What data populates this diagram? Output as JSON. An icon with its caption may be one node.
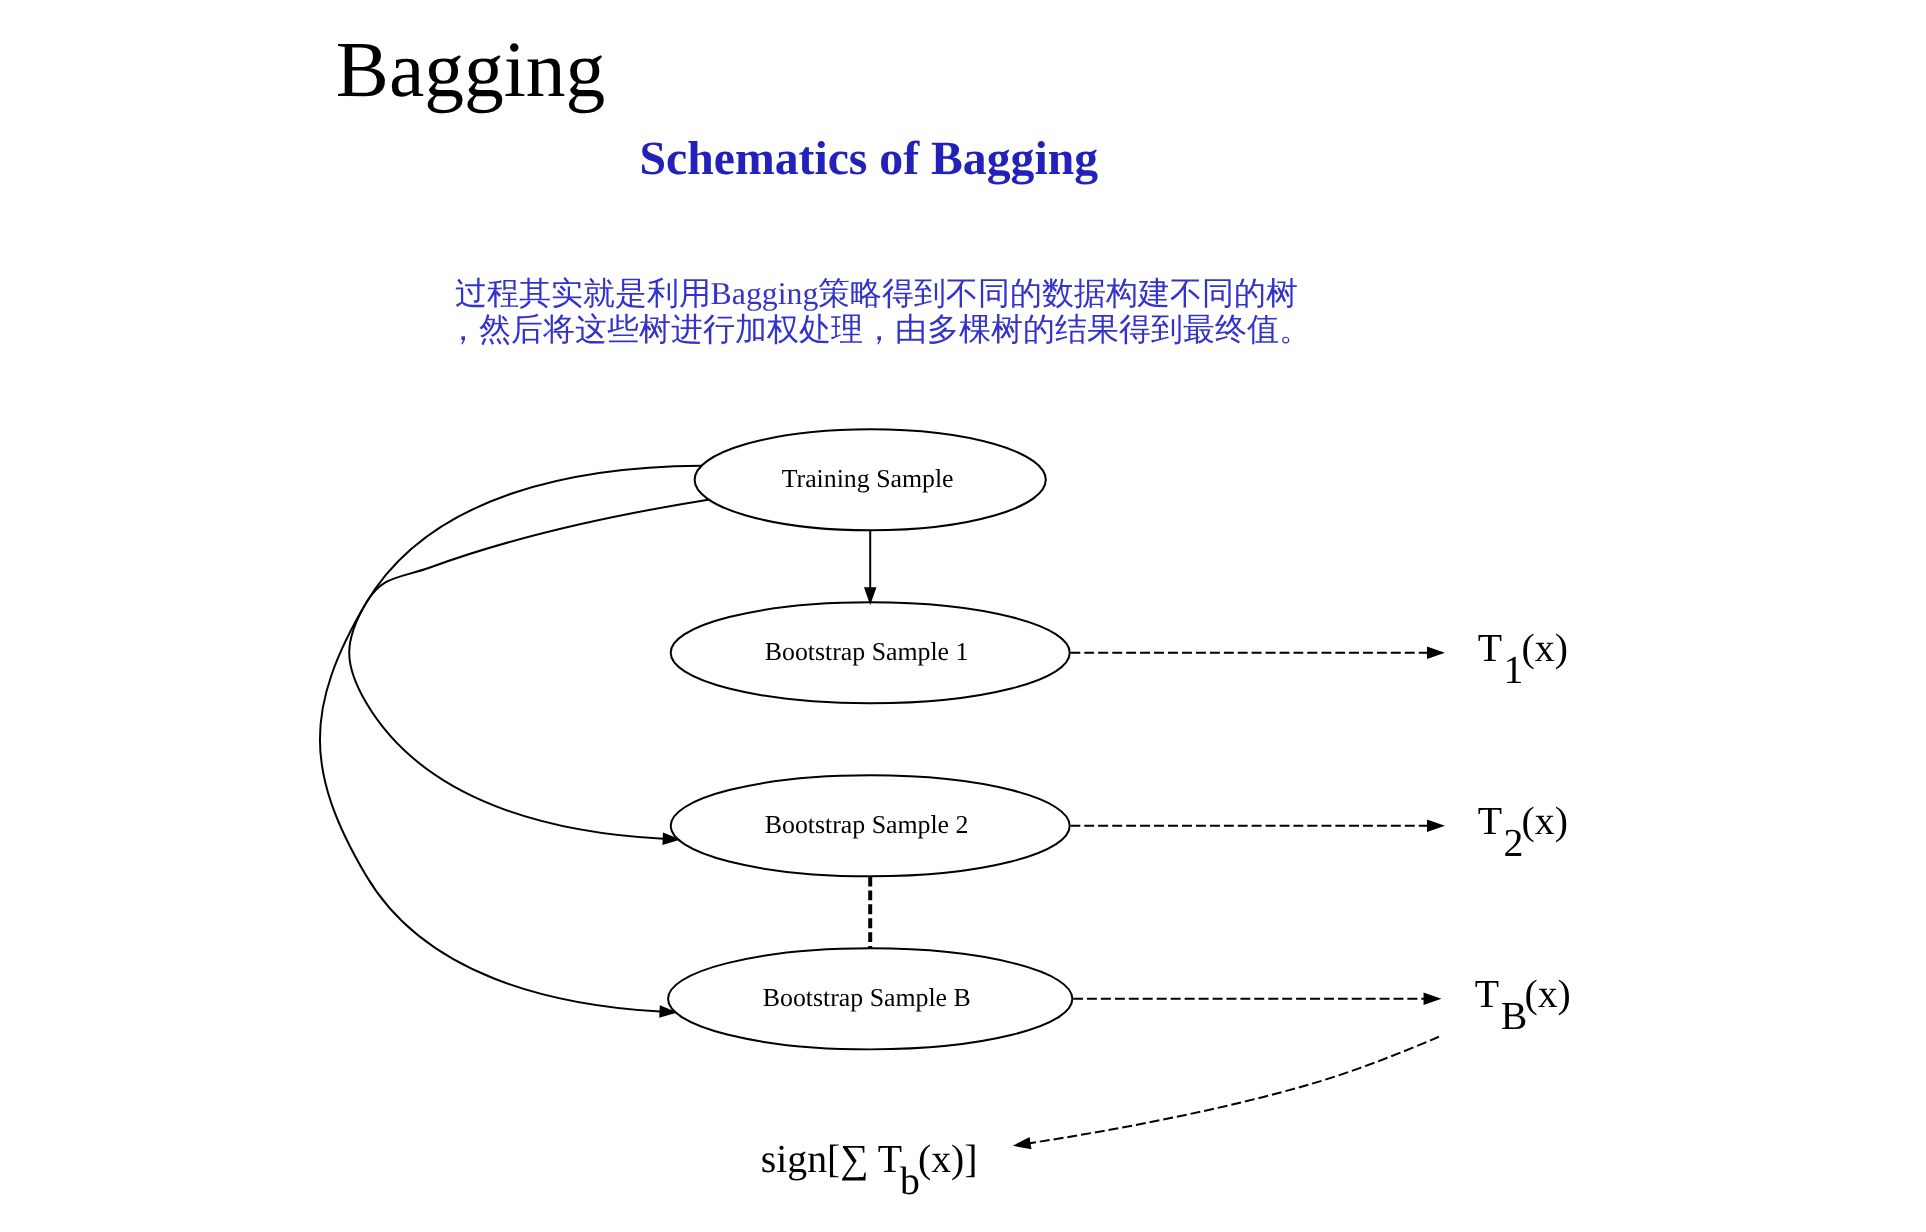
{
  "diagram": {
    "title": "Bagging",
    "nodes": [
      {
        "text": [
          "Training Sample"
        ]
      },
      {
        "text": [
          "Bootstrap Sample 1"
        ]
      },
      {
        "text": [
          "Bootstrap Sample 2"
        ]
      },
      {
        "text": [
          "Bootstrap Sample B"
        ]
      },
      {
        "text": [
          "T$_{1}$(x)"
        ]
      },
      {
        "text": [
          "T$_{2}$(x)"
        ]
      },
      {
        "text": [
          "T$_{B}$(x)"
        ]
      },
      {
        "text": [
          "sign[∑ T$_{b}$(x)]"
        ]
      }
    ],
    "edges": [
      {
        "from": 0,
        "to": 1,
        "arrow": "to"
      },
      {
        "from": 0,
        "to": 2,
        "arrow": "to"
      },
      {
        "from": 0,
        "to": 3,
        "arrow": "to"
      },
      {
        "from": 1,
        "to": 4,
        "arrow": "to",
        "style": "dashed"
      },
      {
        "from": 2,
        "to": 5,
        "arrow": "to",
        "style": "dashed"
      },
      {
        "from": 3,
        "to": 6,
        "arrow": "to",
        "style": "dashed"
      },
      {
        "from": 6,
        "to": 7,
        "arrow": "to",
        "style": "dashed"
      },
      {
        "from": 2,
        "to": 3,
        "arrow": "none",
        "style": "dashed"
      }
    ],
    "labels": [
      "过程其实就是利用Bagging策略得到不同的数据构建不同的树，然后将这些树进行加权处理，由多棵树的结果得到最终值。",
      "Schematics of Bagging"
    ]
  }
}
